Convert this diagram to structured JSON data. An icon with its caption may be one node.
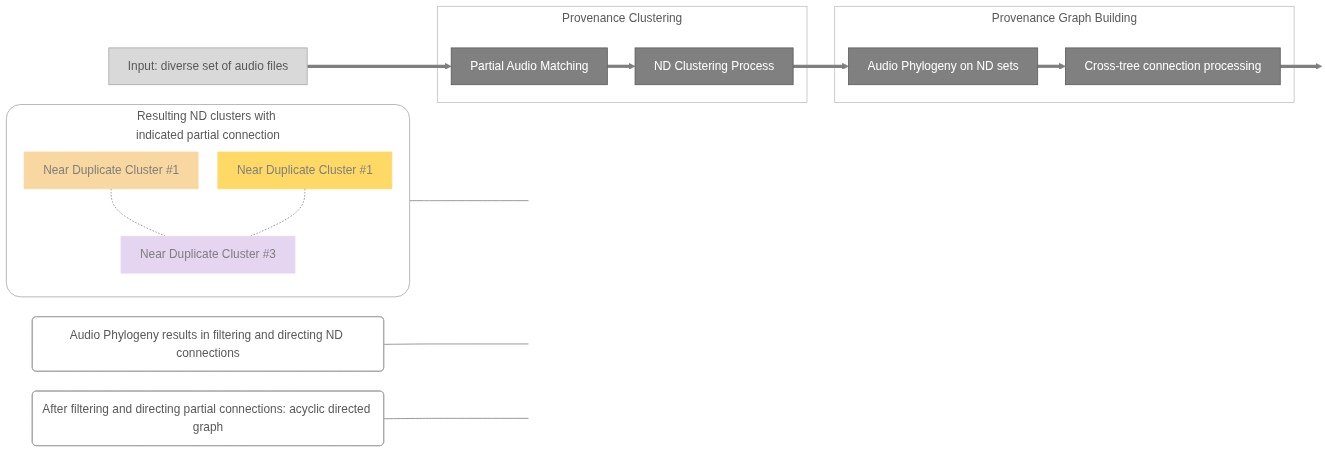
{
  "diagram": {
    "nodes": [
      {
        "text": [
          "Input: diverse set of audio files"
        ]
      },
      {
        "text": [
          "Resulting ND clusters with indicated partial connection"
        ]
      },
      {
        "text": [
          "Near Duplicate Cluster #1"
        ],
        "in": 1
      },
      {
        "text": [
          "Near Duplicate Cluster #1"
        ],
        "in": 1
      },
      {
        "text": [
          "Near Duplicate Cluster #3"
        ],
        "in": 1
      },
      {
        "text": [
          "Audio Phylogeny results in filtering and directing ND connections"
        ]
      },
      {
        "text": [
          "After filtering and directing partial connections: acyclic directed graph"
        ]
      },
      {
        "text": [
          "Provenance Clustering"
        ]
      },
      {
        "text": [
          "Partial Audio Matching"
        ],
        "in": 7
      },
      {
        "text": [
          "ND Clustering Process"
        ],
        "in": 7
      },
      {
        "text": [
          "Provenance Graph Building"
        ]
      },
      {
        "text": [
          "Audio Phylogeny on ND sets"
        ],
        "in": 10
      },
      {
        "text": [
          "Cross-tree connection processing"
        ],
        "in": 10
      }
    ],
    "edges": [
      {
        "from": 0,
        "to": 8,
        "arrow": "to",
        "style": "thick"
      },
      {
        "from": 2,
        "to": 4,
        "arrow": "none",
        "style": "dashed"
      },
      {
        "from": 3,
        "to": 4,
        "arrow": "none",
        "style": "dashed"
      },
      {
        "from": 8,
        "to": 9,
        "arrow": "to",
        "style": "thick"
      },
      {
        "from": 9,
        "to": 11,
        "arrow": "to",
        "style": "thick"
      },
      {
        "from": 11,
        "to": 12,
        "arrow": "to",
        "style": "thick"
      },
      {
        "from": 12,
        "to": null,
        "arrow": "to",
        "style": "thick"
      },
      {
        "from": 1,
        "to": null,
        "arrow": "none"
      },
      {
        "from": 5,
        "to": null,
        "arrow": "none"
      },
      {
        "from": 6,
        "to": null,
        "arrow": "none"
      }
    ]
  }
}
